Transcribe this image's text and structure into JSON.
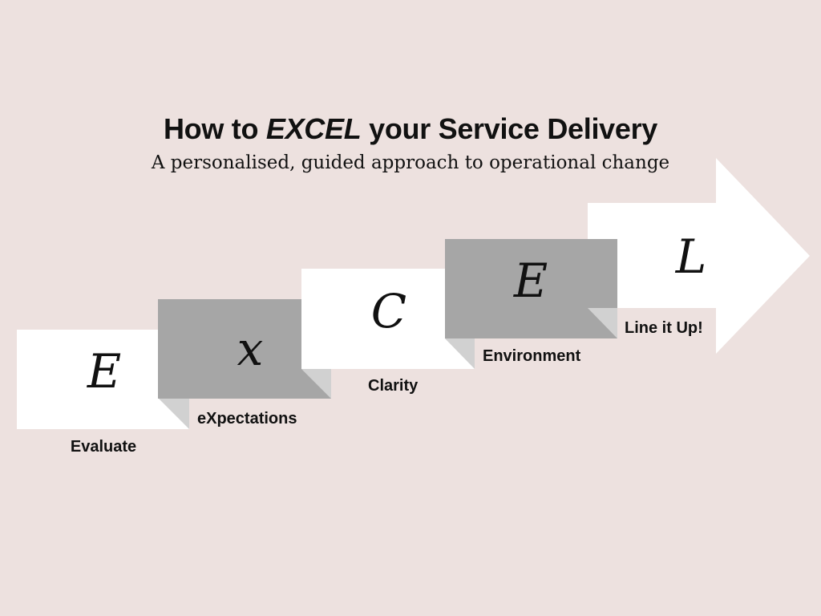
{
  "title": {
    "prefix": "How to ",
    "emphasis": "EXCEL",
    "suffix": " your Service Delivery"
  },
  "subtitle": "A personalised, guided approach to operational change",
  "steps": [
    {
      "letter": "E",
      "label": "Evaluate"
    },
    {
      "letter": "x",
      "label": "eXpectations"
    },
    {
      "letter": "C",
      "label": "Clarity"
    },
    {
      "letter": "E",
      "label": "Environment"
    },
    {
      "letter": "L",
      "label": "Line it Up!"
    }
  ],
  "colors": {
    "background": "#ede1df",
    "white_step": "#ffffff",
    "gray_step": "#a6a6a6",
    "fold": "#d1d1d1"
  }
}
